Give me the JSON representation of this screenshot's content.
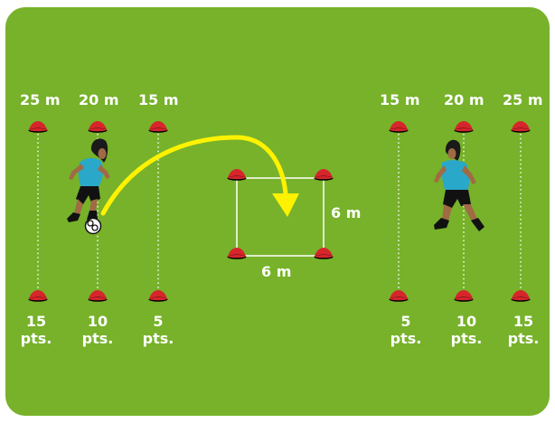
{
  "field": {
    "colors": {
      "grass": "#77b22a",
      "cone": "#d6252b",
      "ball_path": "#fff200",
      "shirt": "#2aa8c9",
      "line": "#ffffff"
    },
    "distances_left": [
      "25 m",
      "20 m",
      "15 m"
    ],
    "distances_right": [
      "15 m",
      "20 m",
      "25 m"
    ],
    "points_left": [
      {
        "value": "15",
        "unit": "pts."
      },
      {
        "value": "10",
        "unit": "pts."
      },
      {
        "value": "5",
        "unit": "pts."
      }
    ],
    "points_right": [
      {
        "value": "5",
        "unit": "pts."
      },
      {
        "value": "10",
        "unit": "pts."
      },
      {
        "value": "15",
        "unit": "pts."
      }
    ],
    "square": {
      "side_label": "6 m",
      "bottom_label": "6 m"
    },
    "icons": [
      "cone-icon",
      "player-kicking-icon",
      "player-receiving-icon",
      "soccer-ball-icon",
      "pass-arrow-icon"
    ]
  }
}
